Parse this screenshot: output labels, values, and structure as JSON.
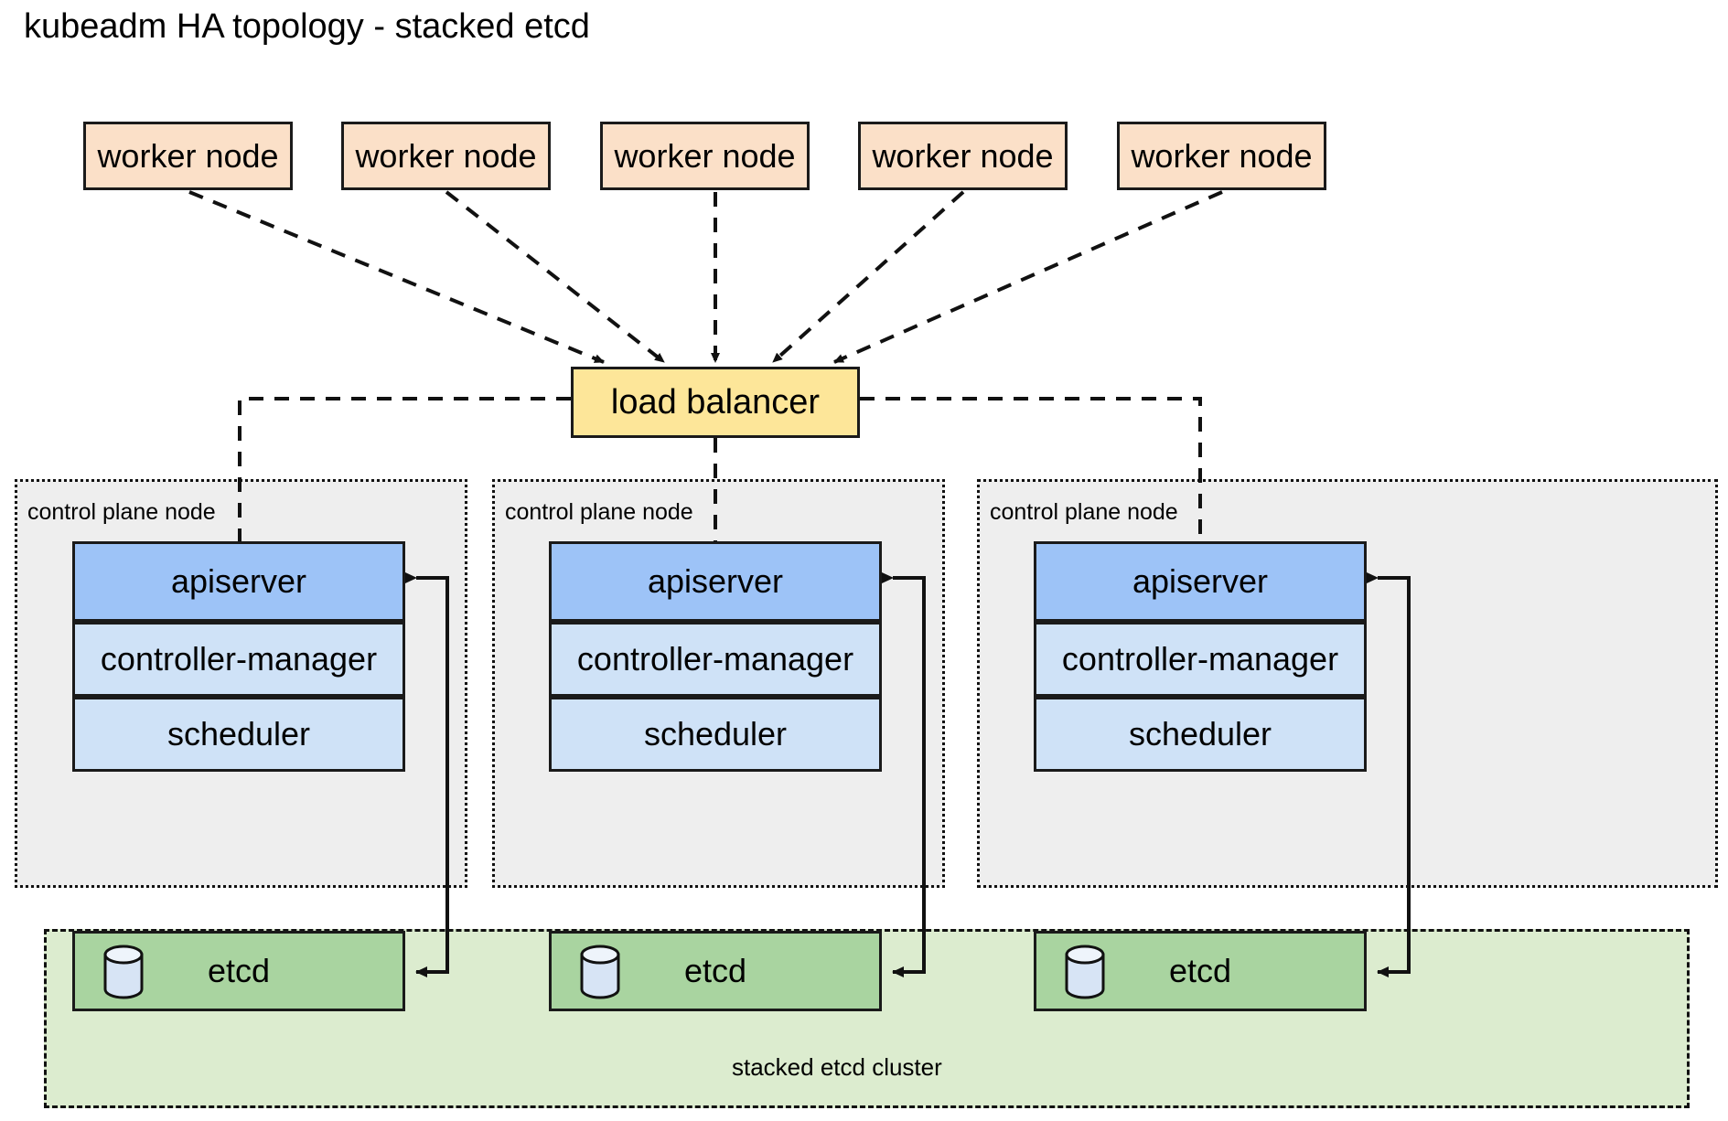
{
  "diagram": {
    "title": "kubeadm HA topology - stacked etcd",
    "worker_nodes": [
      {
        "label": "worker node"
      },
      {
        "label": "worker node"
      },
      {
        "label": "worker node"
      },
      {
        "label": "worker node"
      },
      {
        "label": "worker node"
      }
    ],
    "load_balancer": {
      "label": "load balancer"
    },
    "control_plane_nodes": [
      {
        "label": "control plane node",
        "components": [
          {
            "name": "apiserver",
            "label": "apiserver"
          },
          {
            "name": "controller-manager",
            "label": "controller-manager"
          },
          {
            "name": "scheduler",
            "label": "scheduler"
          },
          {
            "name": "etcd",
            "label": "etcd",
            "icon": "database-cylinder-icon"
          }
        ]
      },
      {
        "label": "control plane node",
        "components": [
          {
            "name": "apiserver",
            "label": "apiserver"
          },
          {
            "name": "controller-manager",
            "label": "controller-manager"
          },
          {
            "name": "scheduler",
            "label": "scheduler"
          },
          {
            "name": "etcd",
            "label": "etcd",
            "icon": "database-cylinder-icon"
          }
        ]
      },
      {
        "label": "control plane node",
        "components": [
          {
            "name": "apiserver",
            "label": "apiserver"
          },
          {
            "name": "controller-manager",
            "label": "controller-manager"
          },
          {
            "name": "scheduler",
            "label": "scheduler"
          },
          {
            "name": "etcd",
            "label": "etcd",
            "icon": "database-cylinder-icon"
          }
        ]
      }
    ],
    "etcd_cluster": {
      "label": "stacked etcd cluster"
    },
    "colors": {
      "worker_fill": "#fbe0c8",
      "load_balancer_fill": "#fde699",
      "apiserver_fill": "#9dc3f7",
      "controller_manager_fill": "#cfe2f7",
      "scheduler_fill": "#cfe2f7",
      "etcd_fill": "#a9d4a0",
      "control_plane_node_fill": "#eeeeee",
      "etcd_cluster_fill": "#dceccf",
      "stroke": "#111111",
      "background": "#ffffff"
    }
  }
}
